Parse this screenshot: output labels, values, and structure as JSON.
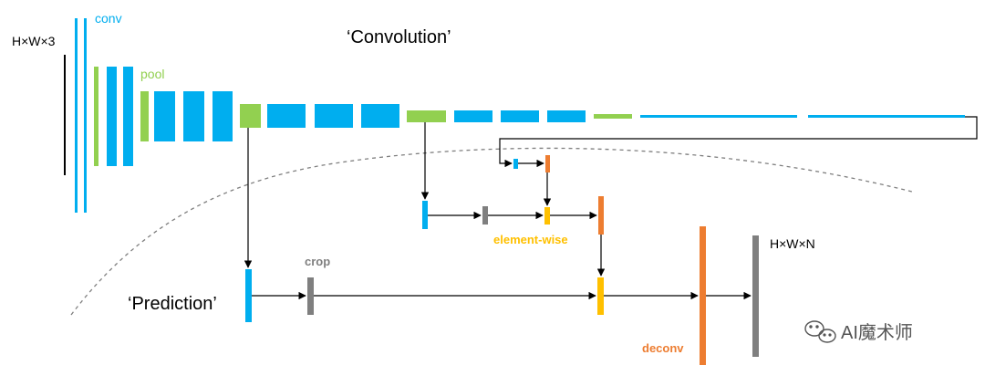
{
  "labels": {
    "input_size": "H×W×3",
    "conv": "conv",
    "pool": "pool",
    "convolution_title": "‘Convolution’",
    "prediction_title": "‘Prediction’",
    "crop": "crop",
    "element_wise": "element-wise",
    "deconv": "deconv",
    "output_size": "H×W×N",
    "watermark": "AI魔术师"
  },
  "colors": {
    "conv": "#00AEEF",
    "pool": "#92D050",
    "crop": "#7F7F7F",
    "element_wise": "#FFC000",
    "deconv": "#ED7D31",
    "line": "#000000",
    "dashed_curve": "#7F7F7F",
    "watermark": "#555555"
  },
  "icons": {
    "watermark_logo": "wechat-icon"
  }
}
